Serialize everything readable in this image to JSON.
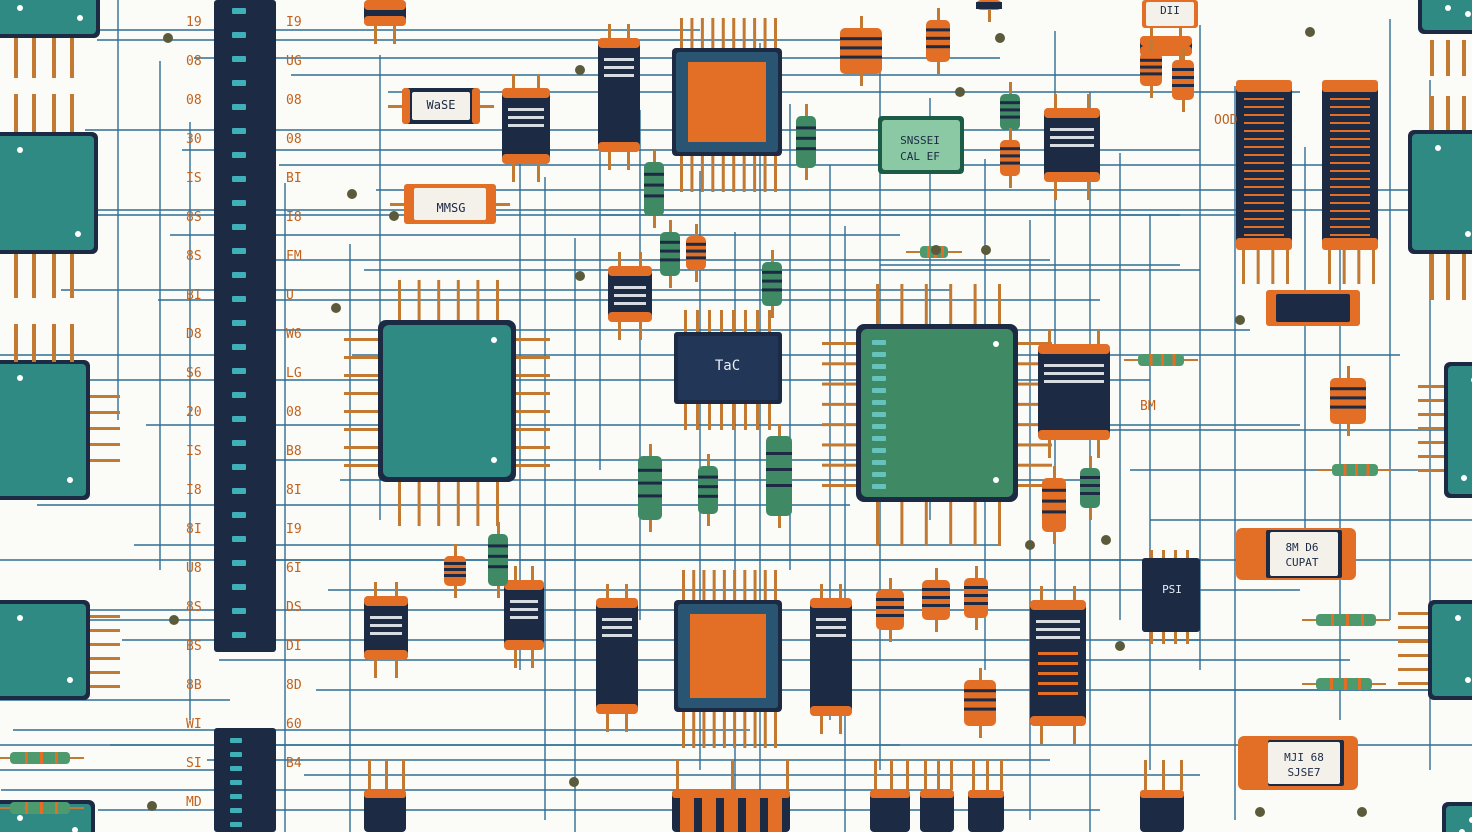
{
  "colors": {
    "background": "#fbfbf8",
    "trace": "#2f6e96",
    "navy": "#1c2a44",
    "orange": "#e26f25",
    "teal": "#2f8a84",
    "green": "#3f8a64",
    "copper": "#c27a32"
  },
  "chips": {
    "tc_chip": "TaC",
    "wide_resistor": "WaSE",
    "mid_resistor": "MMSG",
    "green_module_top": "SNSSEI",
    "green_module_bottom": "CAL EF",
    "top_right_header": "DII",
    "right_cap_top_line1": "8M D6",
    "right_cap_top_line2": "CUPAT",
    "right_cap_bottom_line1": "MJI 68",
    "right_cap_bottom_line2": "SJSE7",
    "right_small_chip": "PSI",
    "right_label_bm": "BM",
    "right_label_odd": "OOD"
  },
  "left_labels": [
    "19",
    "I9",
    "08",
    "UG",
    "08",
    "08",
    "30",
    "08",
    "IS",
    "BI",
    "8S",
    "I8",
    "8S",
    "FM",
    "BI",
    "U",
    "D8",
    "W6",
    "S6",
    "LG",
    "20",
    "08",
    "IS",
    "B8",
    "I8",
    "8I",
    "8I",
    "I9",
    "U8",
    "6I",
    "8S",
    "DS",
    "BS",
    "DI",
    "8B",
    "8D",
    "WI",
    "60",
    "SI",
    "B4",
    "MD"
  ]
}
